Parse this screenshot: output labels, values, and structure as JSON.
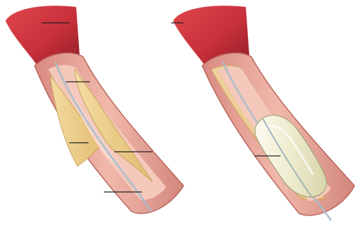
{
  "figure": {
    "panels": [
      {
        "id": "narrowed-artery",
        "state": "plaque narrowing lumen around guide wire",
        "leader_lines": 5
      },
      {
        "id": "balloon-inflated",
        "state": "balloon catheter inflated compressing plaque",
        "leader_lines": 2
      }
    ],
    "colors": {
      "vessel_outer": "#c8303a",
      "vessel_shadow": "#8e1d26",
      "vessel_wall": "#e7a39b",
      "vessel_inner": "#f3c6b8",
      "plaque": "#ecd08f",
      "guide_wire": "#8ea6b6",
      "balloon": "#f4f1d7",
      "leader": "#222222"
    }
  }
}
